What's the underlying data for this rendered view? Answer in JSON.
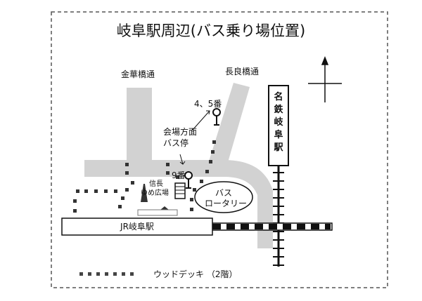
{
  "title": "岐阜駅周辺(バス乗り場位置)",
  "labels": {
    "kinka_street": "金華橋通",
    "nagara_street": "長良橋通",
    "meitetsu_station": "名鉄 岐阜駅",
    "stop_45": "4、5番",
    "venue_direction": "会場方面",
    "bus_stop": "バス停",
    "stop_9": "9番",
    "nobunaga_line1": "信長",
    "nobunaga_line2": "ゆめ広場",
    "bus_line1": "バス",
    "bus_line2": "ロータリー",
    "jr_station": "JR岐阜駅",
    "wood_deck": "ウッドデッキ （2階）"
  },
  "colors": {
    "road": "#d2d2d2",
    "line": "#111111",
    "dashed_border": "#555555",
    "marker": "#333333"
  },
  "icons": {
    "north_arrow": "north-arrow-icon",
    "bus_stop_marker": "bus-stop-marker-icon"
  }
}
